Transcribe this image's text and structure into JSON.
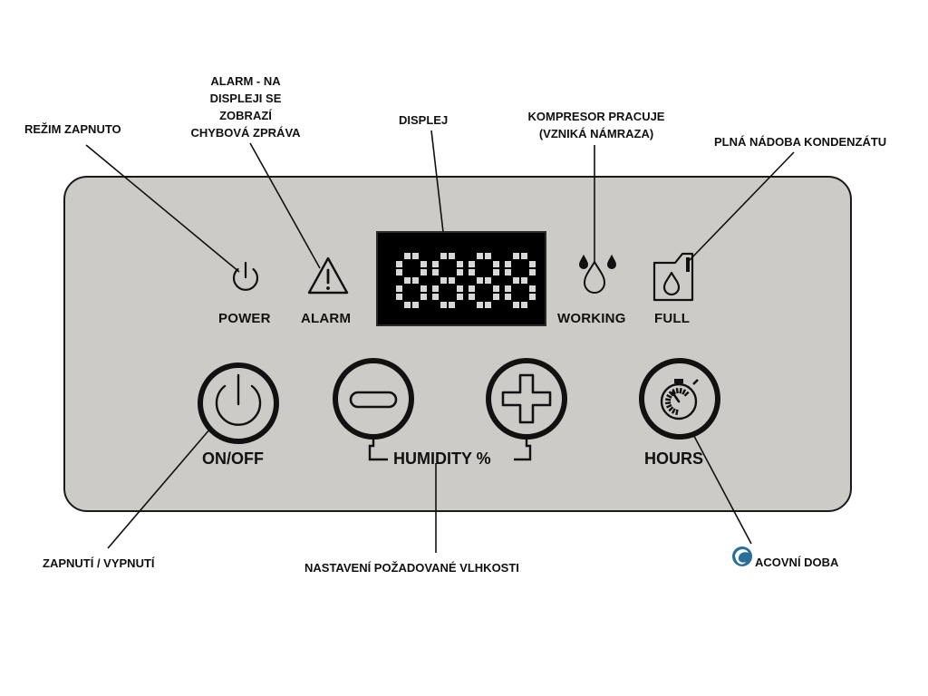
{
  "panel": {
    "indicators": {
      "power": "POWER",
      "alarm": "ALARM",
      "working": "WORKING",
      "full": "FULL"
    },
    "display": {
      "digits": "8888"
    },
    "buttons": {
      "onoff": "ON/OFF",
      "humidity": "HUMIDITY %",
      "hours": "HOURS"
    }
  },
  "annotations": {
    "power_on": "REŽIM ZAPNUTO",
    "alarm_line1": "ALARM - NA",
    "alarm_line2": "DISPLEJI SE",
    "alarm_line3": "ZOBRAZÍ",
    "alarm_line4": "CHYBOVÁ ZPRÁVA",
    "display": "DISPLEJ",
    "compressor_line1": "KOMPRESOR PRACUJE",
    "compressor_line2": "(VZNIKÁ NÁMRAZA)",
    "full_tank": "PLNÁ NÁDOBA KONDENZÁTU",
    "onoff": "ZAPNUTÍ / VYPNUTÍ",
    "humidity": "NASTAVENÍ POŽADOVANÉ VLHKOSTI",
    "hours": "ACOVNÍ DOBA"
  },
  "colors": {
    "panel": "#cccbc8",
    "display": "#000000",
    "segments": "#d8d8d8",
    "logo": "#2a6f9a"
  }
}
